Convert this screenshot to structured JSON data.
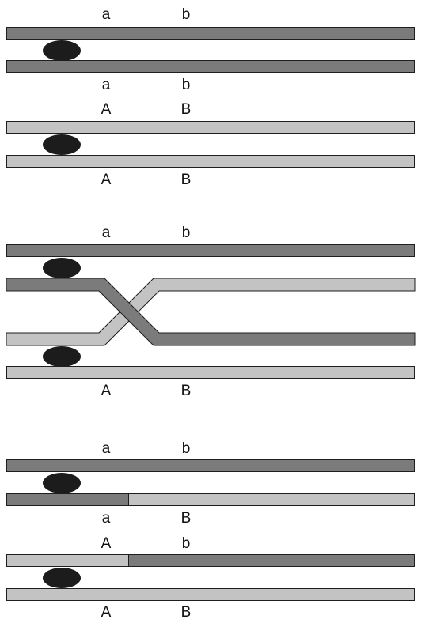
{
  "colors": {
    "dark_chromatid": "#7b7b7b",
    "light_chromatid": "#c3c3c3",
    "centromere": "#1c1c1c",
    "outline": "#1e1e1e"
  },
  "panels": {
    "p1": {
      "top": {
        "locus1": "a",
        "locus2": "b"
      },
      "bottom": {
        "locus1": "a",
        "locus2": "b"
      }
    },
    "p2": {
      "top": {
        "locus1": "A",
        "locus2": "B"
      },
      "bottom": {
        "locus1": "A",
        "locus2": "B"
      }
    },
    "p3": {
      "top": {
        "locus1": "a",
        "locus2": "b"
      },
      "bottom": {
        "locus1": "A",
        "locus2": "B"
      }
    },
    "p4": {
      "top": {
        "locus1": "a",
        "locus2": "b"
      },
      "bottom": {
        "locus1": "a",
        "locus2": "B"
      }
    },
    "p5": {
      "top": {
        "locus1": "A",
        "locus2": "b"
      },
      "bottom": {
        "locus1": "A",
        "locus2": "B"
      }
    }
  }
}
